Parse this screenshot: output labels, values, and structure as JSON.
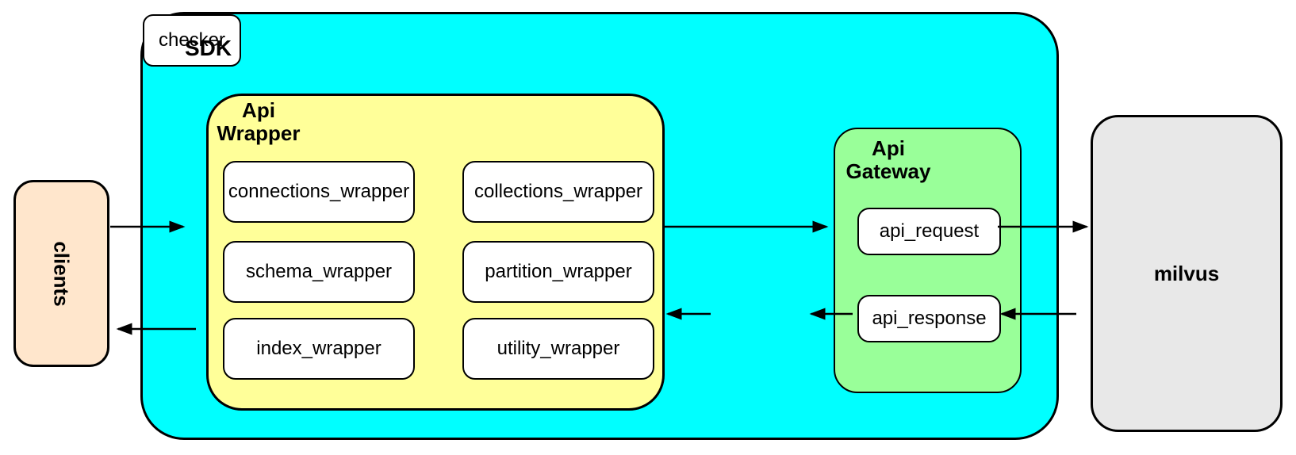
{
  "colors": {
    "sdk_fill": "#00ffff",
    "api_wrapper_fill": "#ffff99",
    "api_gateway_fill": "#99ff99",
    "clients_fill": "#ffe6cc",
    "milvus_fill": "#e8e8e8",
    "inner_box_fill": "#ffffff",
    "stroke": "#000000"
  },
  "nodes": {
    "clients": {
      "label": "clients"
    },
    "sdk": {
      "label": "SDK"
    },
    "api_wrapper": {
      "label_line1": "Api",
      "label_line2": "Wrapper",
      "items": [
        "connections_wrapper",
        "collections_wrapper",
        "schema_wrapper",
        "partition_wrapper",
        "index_wrapper",
        "utility_wrapper"
      ]
    },
    "api_gateway": {
      "label_line1": "Api",
      "label_line2": "Gateway",
      "request": "api_request",
      "response": "api_response"
    },
    "checker": {
      "label": "checker"
    },
    "milvus": {
      "label": "milvus"
    }
  },
  "edges": [
    {
      "from": "clients",
      "to": "sdk"
    },
    {
      "from": "api_wrapper",
      "to": "clients"
    },
    {
      "from": "api_wrapper",
      "to": "api_gateway"
    },
    {
      "from": "api_request",
      "to": "milvus"
    },
    {
      "from": "milvus",
      "to": "api_response"
    },
    {
      "from": "api_response",
      "to": "checker"
    },
    {
      "from": "checker",
      "to": "api_wrapper"
    }
  ]
}
